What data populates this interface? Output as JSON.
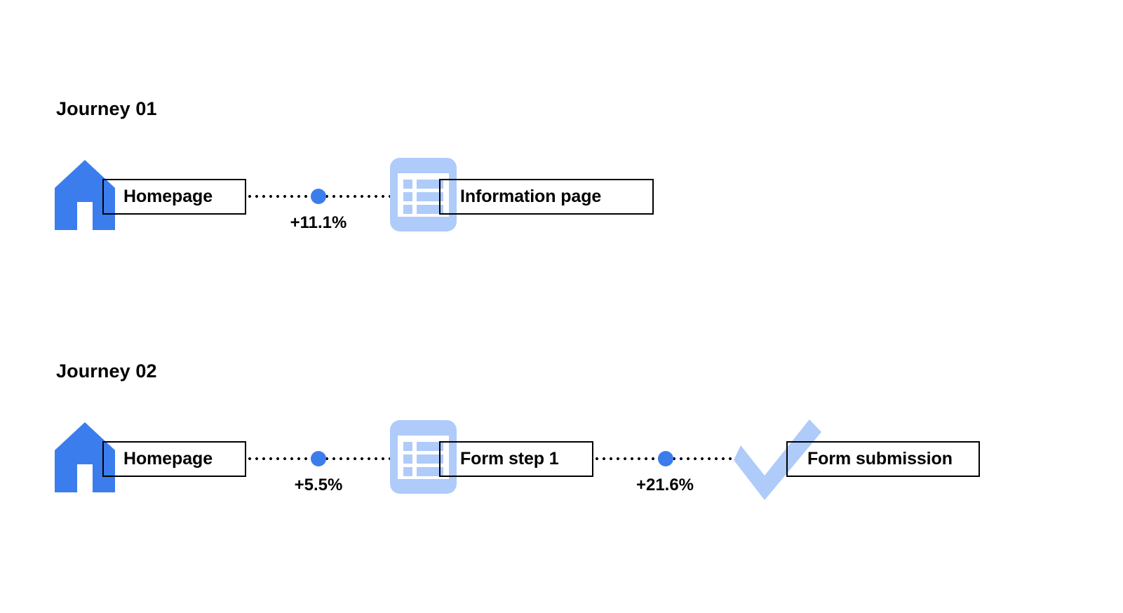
{
  "page": {
    "background_color": "#ffffff",
    "accent_blue": "#3b7ded",
    "icon_light_blue": "#aecbfa",
    "text_color": "#000000"
  },
  "journeys": [
    {
      "title": "Journey 01",
      "nodes": [
        {
          "label": "Homepage",
          "icon": "home-icon"
        },
        {
          "label": "Information page",
          "icon": "information-page-icon"
        }
      ],
      "connectors": [
        {
          "label": "+11.1%",
          "value": 11.1
        }
      ]
    },
    {
      "title": "Journey 02",
      "nodes": [
        {
          "label": "Homepage",
          "icon": "home-icon"
        },
        {
          "label": "Form step 1",
          "icon": "form-page-icon"
        },
        {
          "label": "Form submission",
          "icon": "checkmark-icon"
        }
      ],
      "connectors": [
        {
          "label": "+5.5%",
          "value": 5.5
        },
        {
          "label": "+21.6%",
          "value": 21.6
        }
      ]
    }
  ]
}
